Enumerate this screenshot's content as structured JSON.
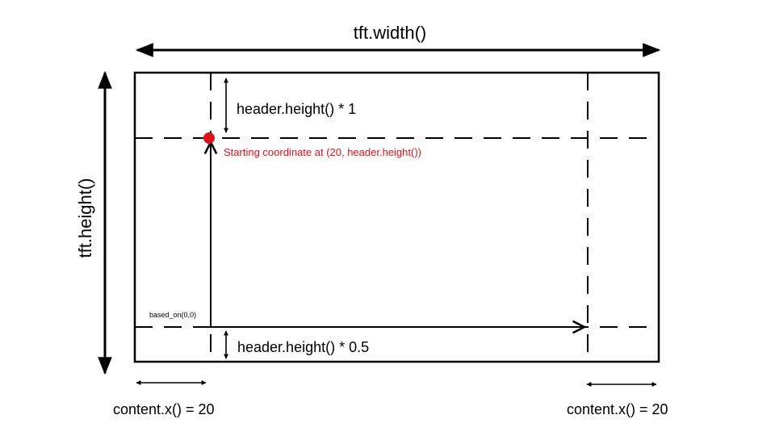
{
  "labels": {
    "width_label": "tft.width()",
    "height_label": "tft.height()",
    "top_margin_label": "header.height() * 1",
    "bottom_margin_label": "header.height() * 0.5",
    "start_label": "Starting coordinate at (20, header.height())",
    "origin_label": "based_on(0,0)",
    "left_margin_label": "content.x() = 20",
    "right_margin_label": "content.x() = 20"
  },
  "colors": {
    "line": "#000000",
    "highlight": "#e0101a"
  }
}
